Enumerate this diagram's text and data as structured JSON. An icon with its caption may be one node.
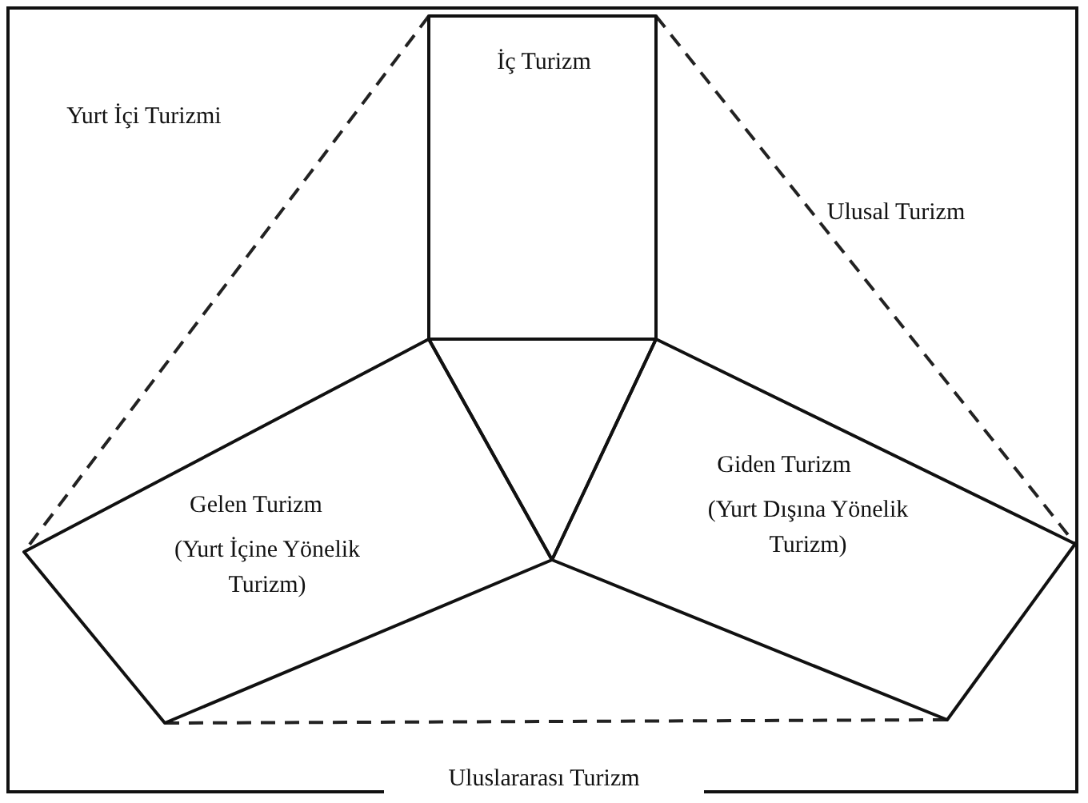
{
  "diagram": {
    "nodes": [
      {
        "text": [
          "İç Turizm"
        ]
      },
      {
        "text": [],
        "shape": "triangle"
      },
      {
        "text": [
          "Gelen Turizm",
          "(Yurt İçine Yönelik Turizm)"
        ]
      },
      {
        "text": [
          "Giden Turizm",
          "(Yurt Dışına Yönelik Turizm)"
        ]
      }
    ],
    "edges": [],
    "labels": [
      "Yurt İçi Turizmi",
      "Ulusal Turizm",
      "Uluslararası Turizm"
    ]
  }
}
